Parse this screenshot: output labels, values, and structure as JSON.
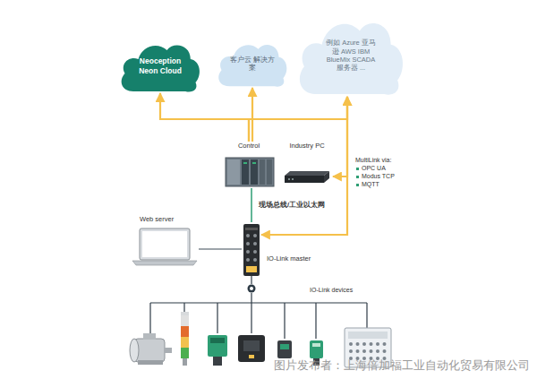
{
  "diagram": {
    "nodes": [
      {
        "text": [
          "Neoception Neon Cloud"
        ]
      },
      {
        "text": [
          "客户云 解决方案"
        ]
      },
      {
        "text": [
          "例如 Azure 亚马逊 AWS IBM BlueMix SCADA 服务器 ..."
        ]
      },
      {
        "text": [
          "Control"
        ]
      },
      {
        "text": [
          "Industry PC"
        ]
      },
      {
        "text": [
          "Web server"
        ]
      },
      {
        "text": [
          "IO-Link master"
        ]
      }
    ],
    "edges": [
      {
        "from": 3,
        "to": 0,
        "arrow": "to"
      },
      {
        "from": 3,
        "to": 1,
        "arrow": "to"
      },
      {
        "from": 3,
        "to": 2,
        "arrow": "to"
      },
      {
        "from": 6,
        "to": 2,
        "arrow": "both"
      },
      {
        "from": 2,
        "to": 4,
        "arrow": "to"
      },
      {
        "from": 3,
        "to": 6,
        "label": "现场总线/工业以太网",
        "arrow": "none"
      },
      {
        "from": 5,
        "to": 6,
        "arrow": "none"
      }
    ],
    "labels": [
      "MultiLink via:",
      "OPC UA",
      "Modus TCP",
      "MQTT",
      "IO-Link devices",
      "图片发布者：上海倍加福工业自动化贸易有限公司"
    ]
  }
}
